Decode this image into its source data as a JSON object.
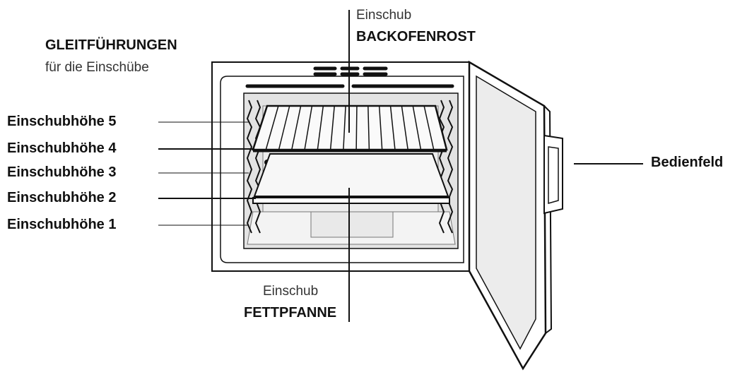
{
  "labels": {
    "gleitfuehrungen_title": "GLEITFÜHRUNGEN",
    "gleitfuehrungen_sub": "für die Einschübe",
    "rost_pre": "Einschub",
    "rost_title": "BACKOFENROST",
    "pfanne_pre": "Einschub",
    "pfanne_title": "FETTPFANNE",
    "bedienfeld": "Bedienfeld",
    "levels": [
      "Einschubhöhe 5",
      "Einschubhöhe 4",
      "Einschubhöhe 3",
      "Einschubhöhe 2",
      "Einschubhöhe 1"
    ]
  },
  "colors": {
    "line": "#111111",
    "cavity": "#e3e3e3",
    "pan": "#f4f4f4",
    "door_glass": "#ececec"
  }
}
